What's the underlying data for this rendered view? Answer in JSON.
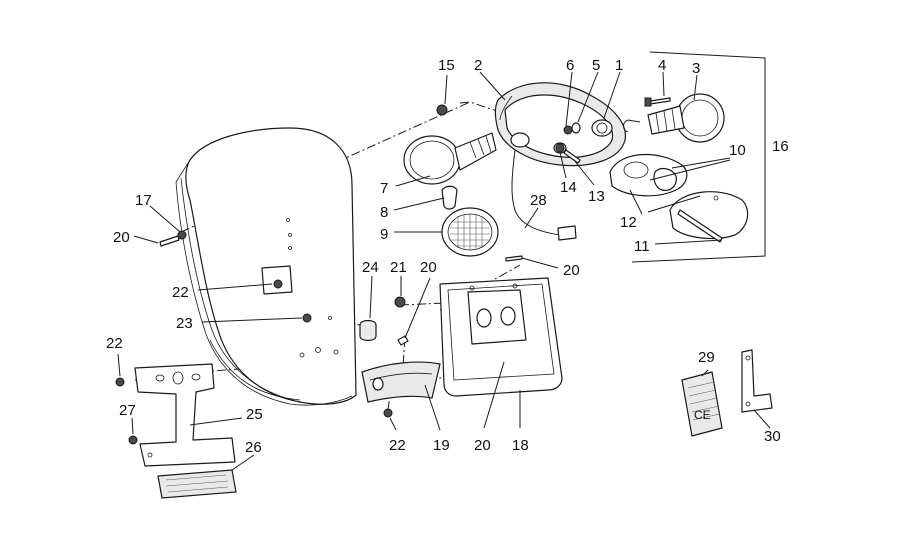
{
  "diagram": {
    "labels": [
      "15",
      "2",
      "6",
      "5",
      "1",
      "4",
      "3",
      "10",
      "16",
      "7",
      "14",
      "13",
      "12",
      "8",
      "28",
      "9",
      "11",
      "17",
      "20",
      "24",
      "21",
      "20",
      "20",
      "22",
      "23",
      "22",
      "27",
      "25",
      "26",
      "29",
      "30",
      "22",
      "19",
      "20",
      "18"
    ]
  }
}
